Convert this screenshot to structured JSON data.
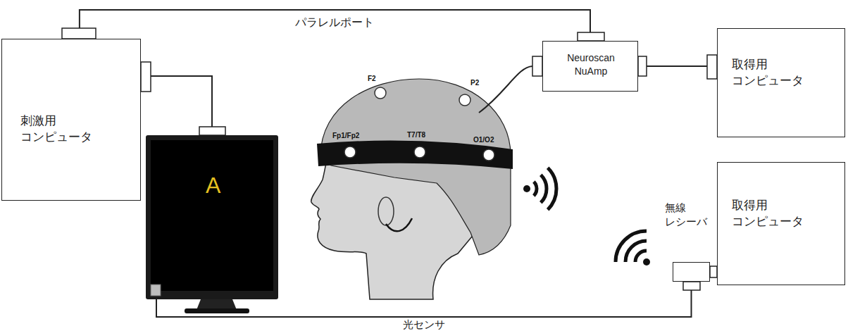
{
  "diagram": {
    "nodes": [
      {
        "text": [
          "刺激用 コンピュータ"
        ]
      },
      {
        "text": [
          "A"
        ]
      },
      {
        "text": [
          "Neuroscan NuAmp"
        ]
      },
      {
        "text": [
          "取得用 コンピュータ"
        ]
      },
      {
        "text": [
          "無線 レシーバ"
        ]
      },
      {
        "text": [
          "取得用 コンピュータ"
        ]
      }
    ],
    "edges": [
      {
        "from": 0,
        "to": 2,
        "label": "パラレルポート",
        "arrow": "none"
      },
      {
        "from": 0,
        "to": 1,
        "arrow": "none"
      },
      {
        "from": 2,
        "to": 3,
        "arrow": "none"
      },
      {
        "from": 4,
        "to": 5,
        "arrow": "none"
      },
      {
        "from": 1,
        "to": 4,
        "label": "光センサ",
        "arrow": "none"
      }
    ],
    "labels": [
      "F2",
      "Fp1/Fp2",
      "T7/T8",
      "P2",
      "O1/O2"
    ]
  }
}
